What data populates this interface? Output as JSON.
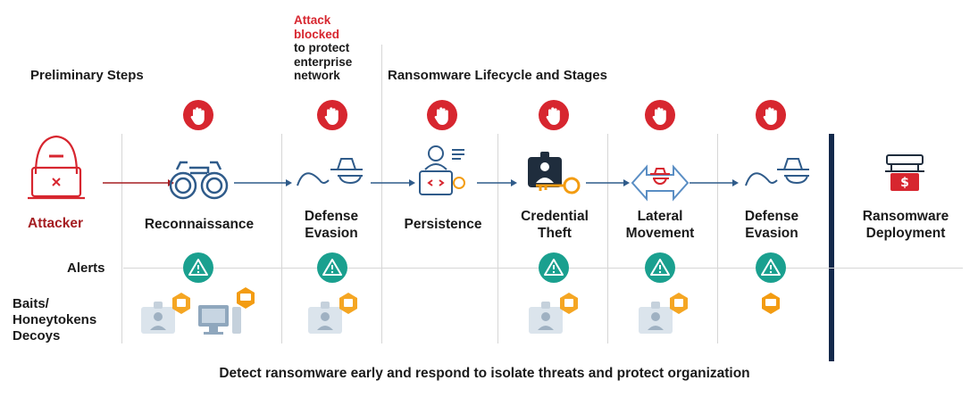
{
  "blocked_note": {
    "line1": "Attack",
    "line2": "blocked",
    "line3": "to protect",
    "line4": "enterprise",
    "line5": "network"
  },
  "headings": {
    "preliminary": "Preliminary Steps",
    "lifecycle": "Ransomware Lifecycle and Stages",
    "alerts": "Alerts",
    "baits1": "Baits/",
    "baits2": "Honeytokens",
    "baits3": "Decoys"
  },
  "attacker": "Attacker",
  "stages": [
    {
      "l1": "Reconnaissance",
      "l2": ""
    },
    {
      "l1": "Defense",
      "l2": "Evasion"
    },
    {
      "l1": "Persistence",
      "l2": ""
    },
    {
      "l1": "Credential",
      "l2": "Theft"
    },
    {
      "l1": "Lateral",
      "l2": "Movement"
    },
    {
      "l1": "Defense",
      "l2": "Evasion"
    },
    {
      "l1": "Ransomware",
      "l2": "Deployment"
    }
  ],
  "footer": "Detect ransomware early and respond to isolate threats and protect organization",
  "colors": {
    "red": "#d7262f",
    "teal": "#1aa08f",
    "navy": "#13294b",
    "orange": "#f39c12",
    "blue": "#2f5b8a"
  }
}
